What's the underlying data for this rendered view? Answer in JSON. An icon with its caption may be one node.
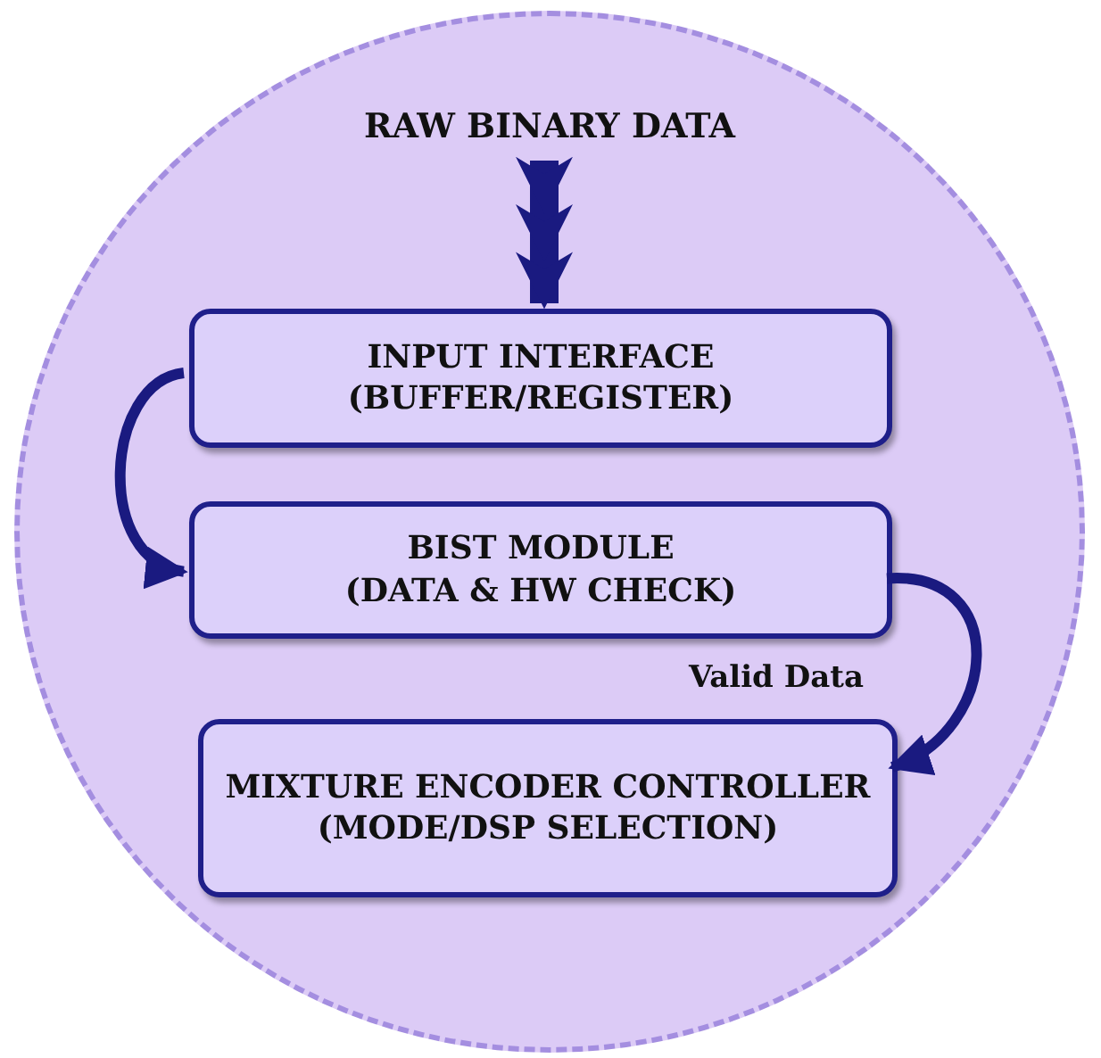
{
  "diagram": {
    "nodes": [
      {
        "text": [],
        "shape": "circle"
      },
      {
        "text": [
          "RAW BINARY DATA"
        ],
        "in": 0
      },
      {
        "text": [
          "INPUT INTERFACE",
          "(BUFFER/REGISTER)"
        ],
        "in": 0
      },
      {
        "text": [
          "BIST MODULE",
          "(DATA & HW CHECK)"
        ],
        "in": 0
      },
      {
        "text": [
          "MIXTURE ENCODER CONTROLLER",
          "(MODE/DSP SELECTION)"
        ],
        "in": 0
      }
    ],
    "edges": [
      {
        "from": 1,
        "to": 2,
        "arrow": "to",
        "style": "thick"
      },
      {
        "from": 2,
        "to": 3,
        "arrow": "to"
      },
      {
        "from": 3,
        "to": 4,
        "arrow": "to",
        "label": "Valid Data"
      }
    ]
  }
}
